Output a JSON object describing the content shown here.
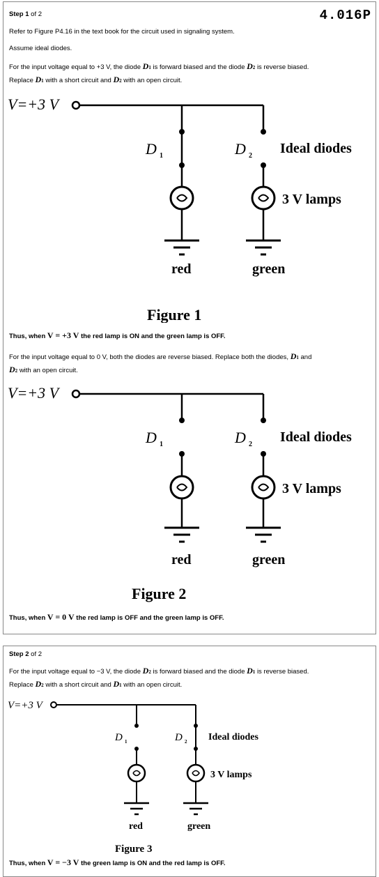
{
  "header": {
    "problem_id": "4.016P"
  },
  "step1": {
    "heading_bold": "Step 1",
    "heading_rest": "of 2",
    "line1": "Refer to Figure P4.16 in the text book for the circuit used in signaling system.",
    "line2": "Assume ideal diodes.",
    "line3a": "For the input voltage equal to +3 V, the diode",
    "line3b": "is forward biased and the diode",
    "line3c": "is reverse biased.",
    "line4a": "Replace",
    "line4b": "with a short circuit and",
    "line4c": "with an open circuit.",
    "conclusion1a": "Thus, when",
    "conclusion1eq": "V = +3 V",
    "conclusion1b": "the red lamp is ON and the green lamp is OFF.",
    "line5a": "For the input voltage equal to 0 V, both the diodes are reverse biased. Replace both the diodes,",
    "line5b": "and",
    "line6": "with an open circuit.",
    "conclusion2a": "Thus, when",
    "conclusion2eq": "V = 0 V",
    "conclusion2b": "the red lamp is OFF and the green lamp is OFF."
  },
  "step2": {
    "heading_bold": "Step 2",
    "heading_rest": "of 2",
    "line1a": "For the input voltage equal to −3 V, the diode",
    "line1b": "is forward biased and the diode",
    "line1c": "is reverse biased.",
    "line2a": "Replace",
    "line2b": "with a short circuit and",
    "line2c": "with an open circuit.",
    "conclusion3a": "Thus, when",
    "conclusion3eq": "V = −3 V",
    "conclusion3b": "the green lamp is ON and the red lamp is OFF."
  },
  "symbols": {
    "d": "D",
    "sub1": "1",
    "sub2": "2"
  },
  "figures": {
    "fig1": {
      "source_label": "V=+3 V",
      "d1": "D",
      "d2": "D",
      "diodes_label": "Ideal diodes",
      "lamps_label": "3 V lamps",
      "left_lamp": "red",
      "right_lamp": "green",
      "caption": "Figure 1"
    },
    "fig2": {
      "source_label": "V=+3 V",
      "d1": "D",
      "d2": "D",
      "diodes_label": "Ideal diodes",
      "lamps_label": "3 V lamps",
      "left_lamp": "red",
      "right_lamp": "green",
      "caption": "Figure 2"
    },
    "fig3": {
      "source_label": "V=+3 V",
      "d1": "D",
      "d2": "D",
      "diodes_label": "Ideal diodes",
      "lamps_label": "3 V lamps",
      "left_lamp": "red",
      "right_lamp": "green",
      "caption": "Figure 3"
    }
  }
}
